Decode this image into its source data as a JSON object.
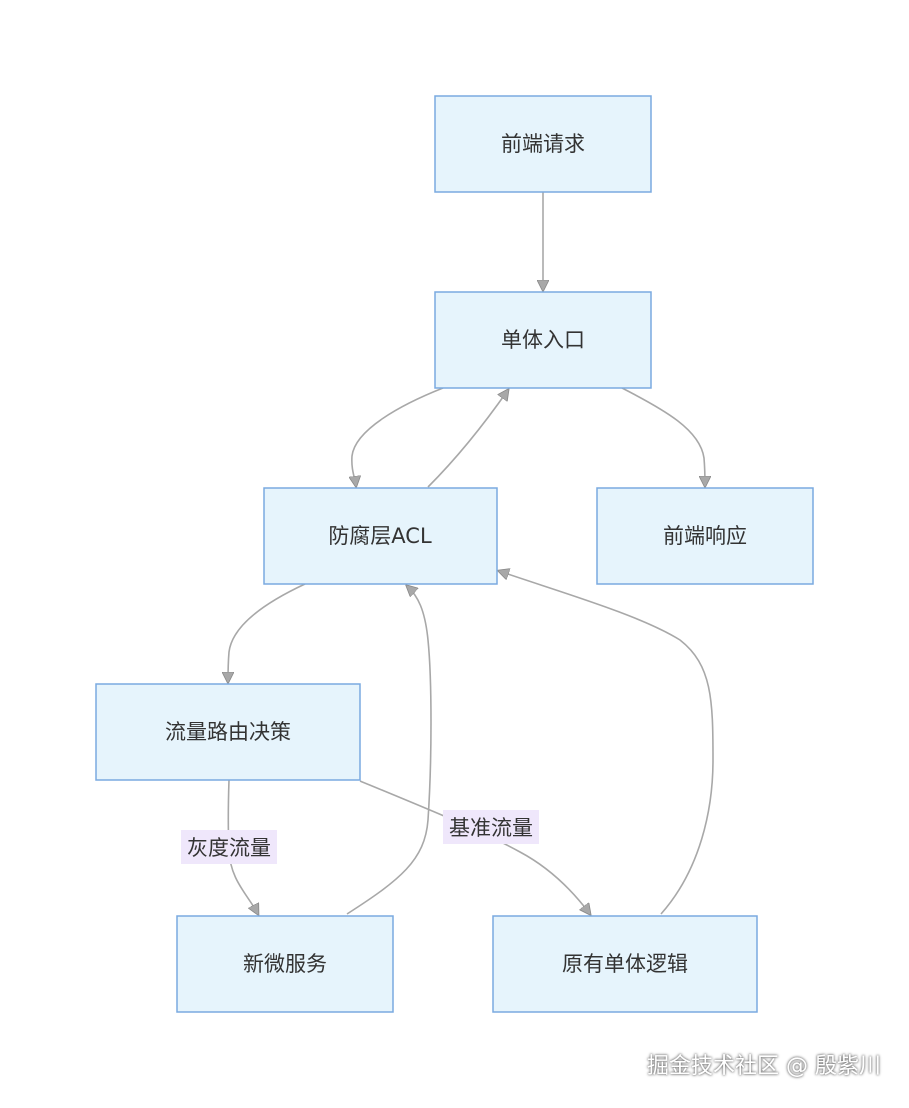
{
  "nodes": {
    "frontend_request": "前端请求",
    "monolith_entry": "单体入口",
    "acl_layer": "防腐层ACL",
    "frontend_response": "前端响应",
    "traffic_routing": "流量路由决策",
    "new_microservice": "新微服务",
    "legacy_logic": "原有单体逻辑"
  },
  "edge_labels": {
    "gray_traffic": "灰度流量",
    "baseline_traffic": "基准流量"
  },
  "colors": {
    "node_fill": "#e6f4fc",
    "node_border": "#7aaae0",
    "edge": "#a8a8a8",
    "edge_label_bg": "#efe7fb"
  },
  "watermark": "掘金技术社区 @ 殷紫川"
}
